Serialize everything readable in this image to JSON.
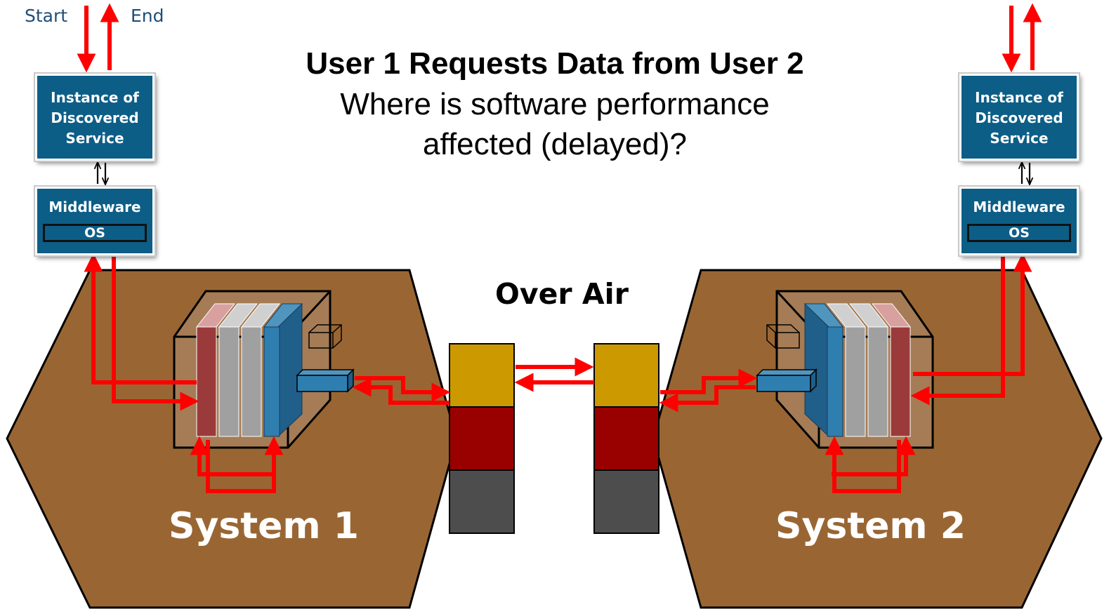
{
  "labels": {
    "start": "Start",
    "end": "End",
    "title": "User 1 Requests Data from User 2",
    "subtitle_line1": "Where is software performance",
    "subtitle_line2": "affected (delayed)?",
    "over_air": "Over Air"
  },
  "left_stack": {
    "service_lines": [
      "Instance of",
      "Discovered",
      "Service"
    ],
    "middleware": "Middleware",
    "os": "OS"
  },
  "right_stack": {
    "service_lines": [
      "Instance of",
      "Discovered",
      "Service"
    ],
    "middleware": "Middleware",
    "os": "OS"
  },
  "systems": [
    {
      "name": "System 1"
    },
    {
      "name": "System 2"
    }
  ],
  "colors": {
    "hexagon": "#996633",
    "arrow": "#ff0000",
    "box_blue": "#0c5e87",
    "stack_gold": "#cc9900",
    "stack_red": "#990000",
    "stack_gray": "#4d4d4d",
    "title_blue": "#1f4e79"
  }
}
